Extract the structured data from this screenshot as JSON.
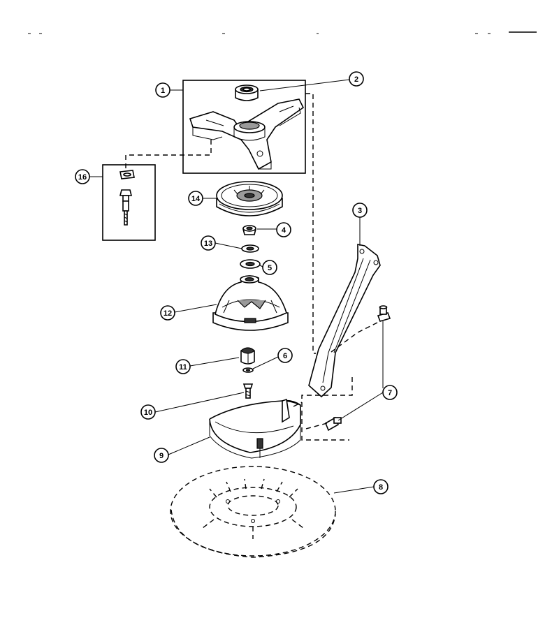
{
  "callouts": [
    {
      "id": "1",
      "label": "1"
    },
    {
      "id": "2",
      "label": "2"
    },
    {
      "id": "3",
      "label": "3"
    },
    {
      "id": "4",
      "label": "4"
    },
    {
      "id": "5",
      "label": "5"
    },
    {
      "id": "6",
      "label": "6"
    },
    {
      "id": "7",
      "label": "7"
    },
    {
      "id": "8",
      "label": "8"
    },
    {
      "id": "9",
      "label": "9"
    },
    {
      "id": "10",
      "label": "10"
    },
    {
      "id": "11",
      "label": "11"
    },
    {
      "id": "12",
      "label": "12"
    },
    {
      "id": "13",
      "label": "13"
    },
    {
      "id": "14",
      "label": "14"
    },
    {
      "id": "16",
      "label": "16"
    }
  ]
}
